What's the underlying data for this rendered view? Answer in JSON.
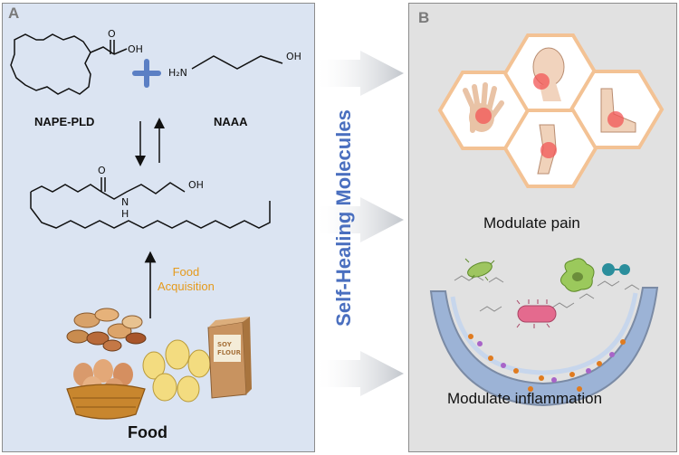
{
  "panels": {
    "a": {
      "label": "A"
    },
    "b": {
      "label": "B"
    }
  },
  "chemistry": {
    "acid_o": "O",
    "acid_oh": "OH",
    "amine_h2n": "H₂N",
    "amine_oh": "OH",
    "amide_o": "O",
    "amide_n": "N",
    "amide_h": "H",
    "amide_oh": "OH"
  },
  "enzymes": {
    "synthesis": "NAPE-PLD",
    "degradation": "NAAA"
  },
  "food": {
    "acquisition": "Food\nAcquisition",
    "label": "Food",
    "package_text": "SOY\nFLOUR"
  },
  "center": {
    "label": "Self-Healing Molecules"
  },
  "outcomes": {
    "pain": "Modulate pain",
    "inflammation": "Modulate inflammation"
  },
  "colors": {
    "panel_a_bg": "#dbe4f2",
    "panel_b_bg": "#e1e1e1",
    "accent_blue": "#4a6fbf",
    "food_orange": "#e59a1c"
  }
}
